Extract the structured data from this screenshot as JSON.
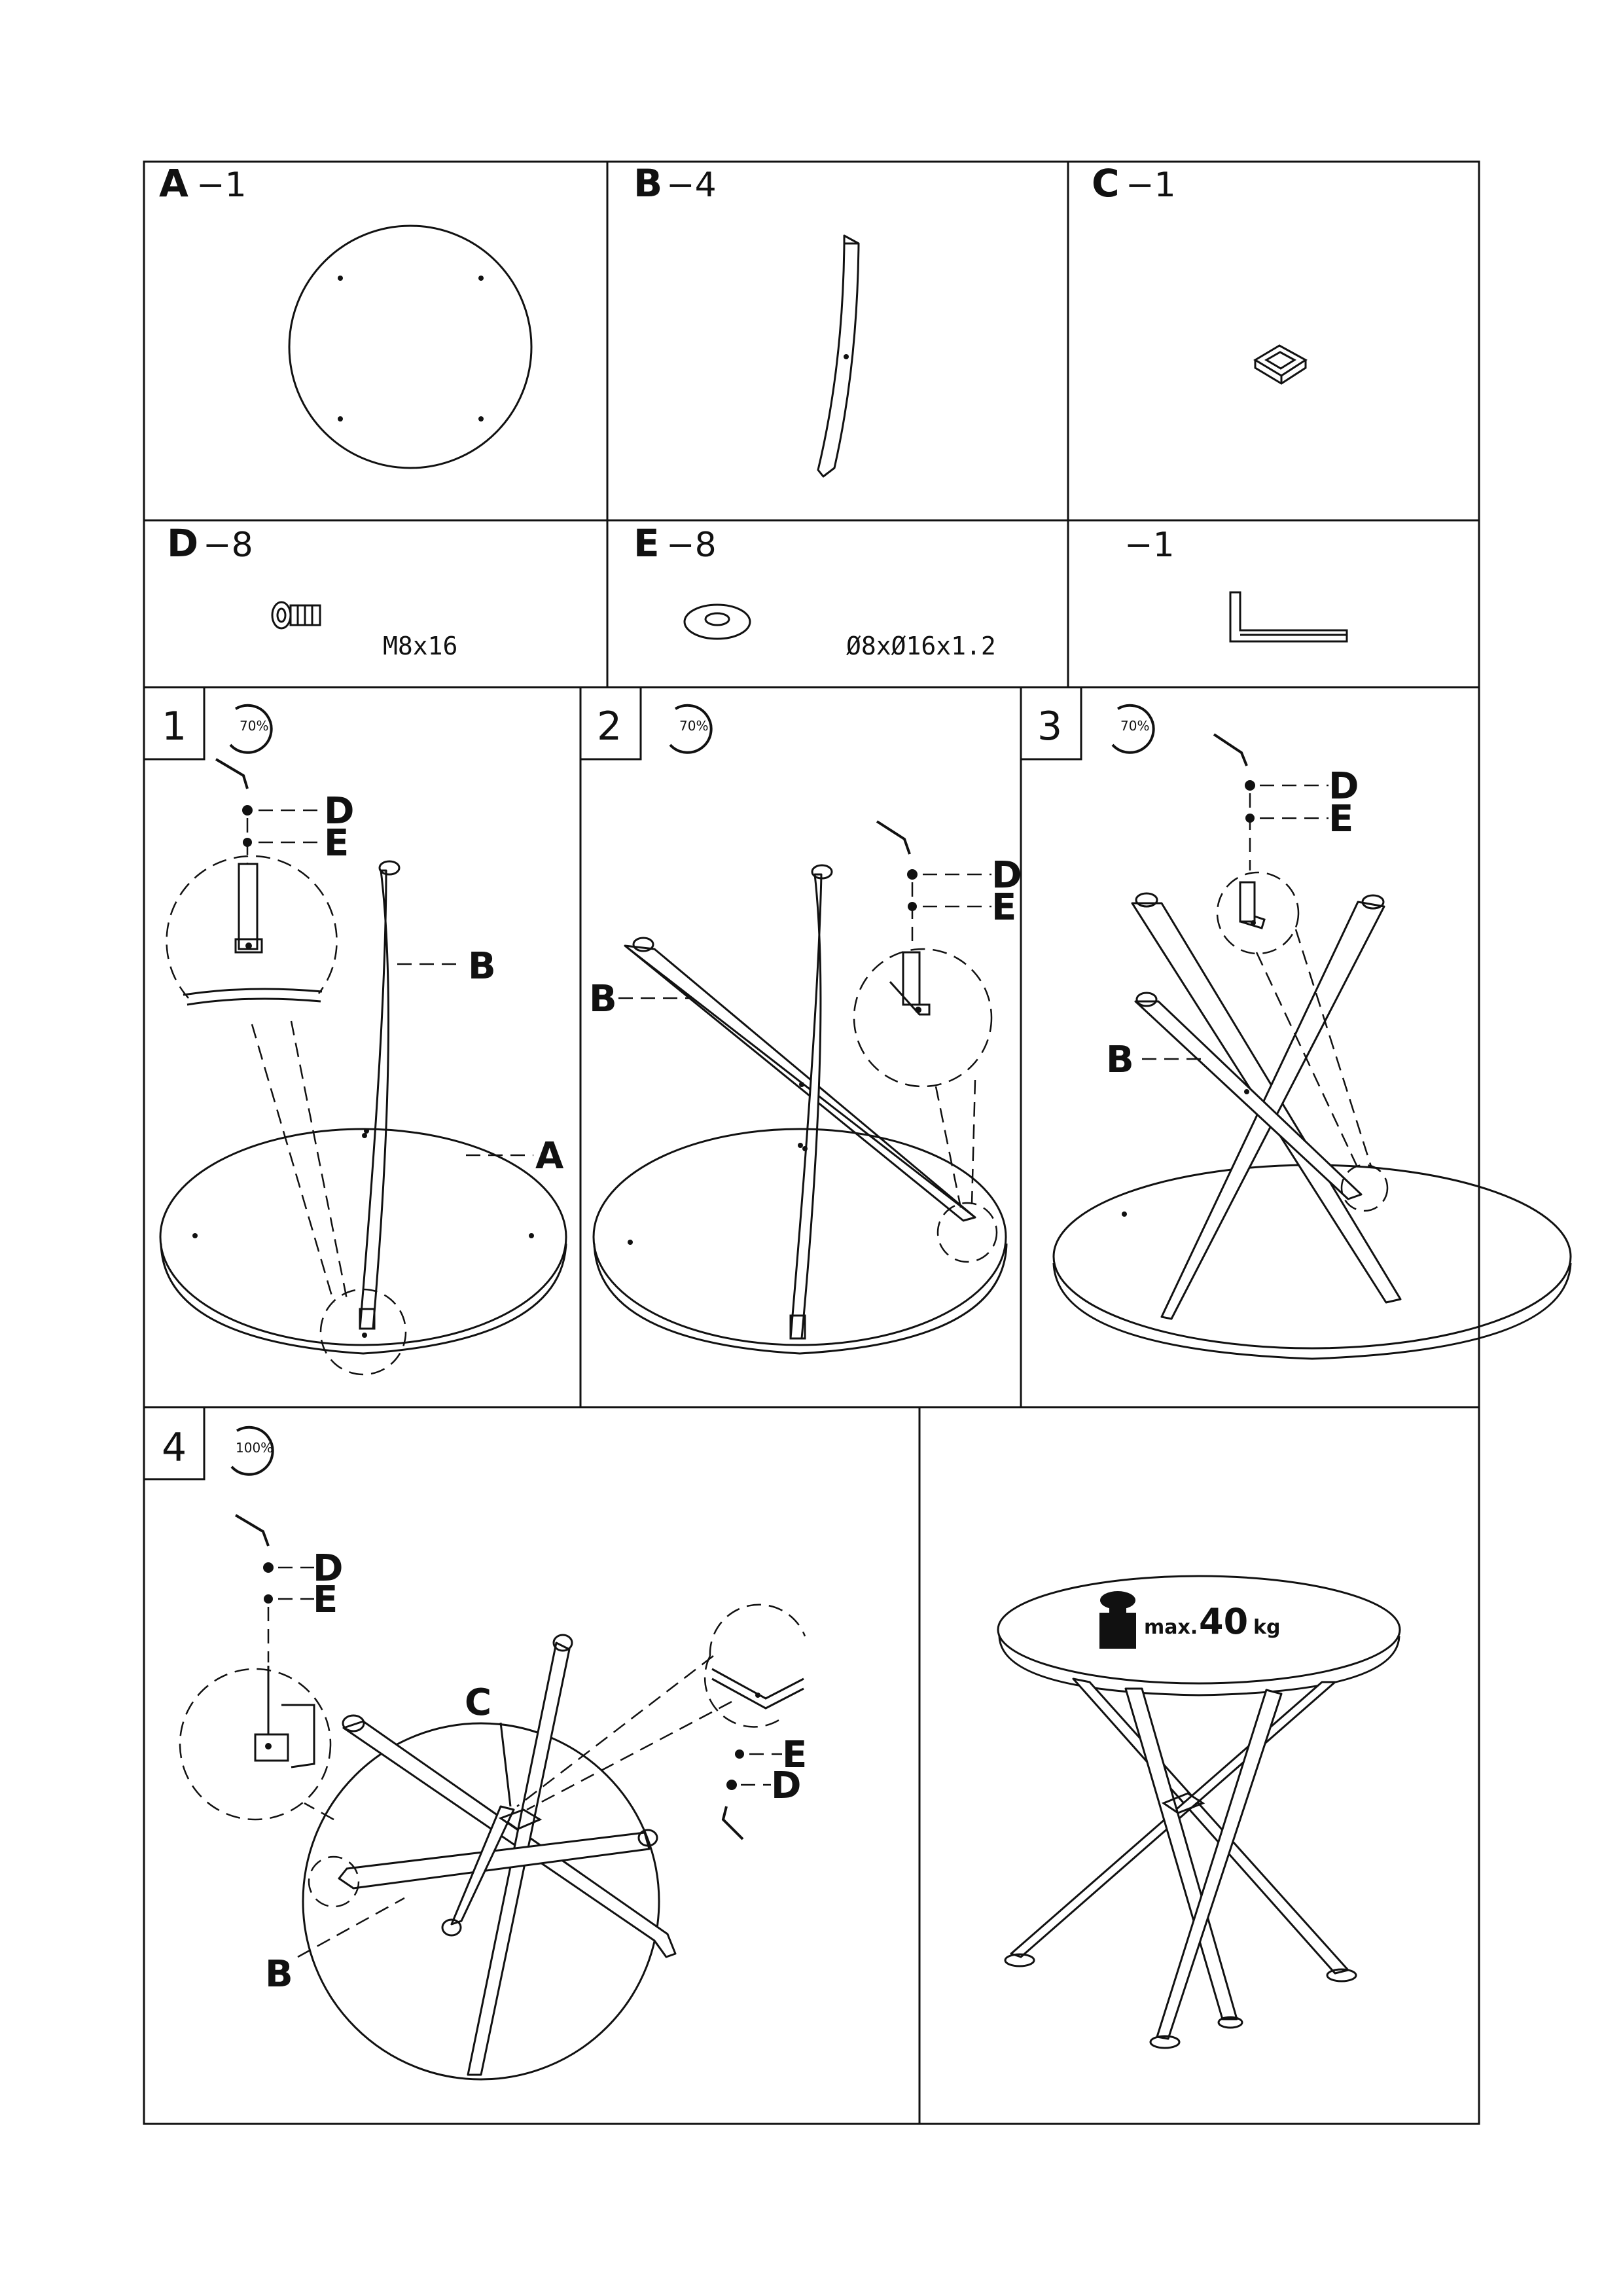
{
  "parts": {
    "A": {
      "letter": "A",
      "qty": "−1"
    },
    "B": {
      "letter": "B",
      "qty": "−4"
    },
    "C": {
      "letter": "C",
      "qty": "−1"
    },
    "D": {
      "letter": "D",
      "qty": "−8",
      "spec": "M8x16"
    },
    "E": {
      "letter": "E",
      "qty": "−8",
      "spec": "Ø8xØ16x1.2"
    },
    "tool": {
      "letter": "",
      "qty": "−1"
    }
  },
  "steps": [
    {
      "number": "1",
      "torque": "70%",
      "callouts": {
        "d": "D",
        "e": "E",
        "b": "B",
        "a": "A"
      }
    },
    {
      "number": "2",
      "torque": "70%",
      "callouts": {
        "d": "D",
        "e": "E",
        "b": "B"
      }
    },
    {
      "number": "3",
      "torque": "70%",
      "callouts": {
        "d": "D",
        "e": "E",
        "b": "B"
      }
    },
    {
      "number": "4",
      "torque": "100%",
      "callouts": {
        "d": "D",
        "e": "E",
        "c": "C",
        "e2": "E",
        "d2": "D",
        "b": "B"
      }
    }
  ],
  "final": {
    "max_prefix": "max.",
    "max_value": "40",
    "max_unit": "kg"
  },
  "icons": [
    "torque-wrench-icon",
    "allen-key-icon",
    "weight-icon"
  ]
}
